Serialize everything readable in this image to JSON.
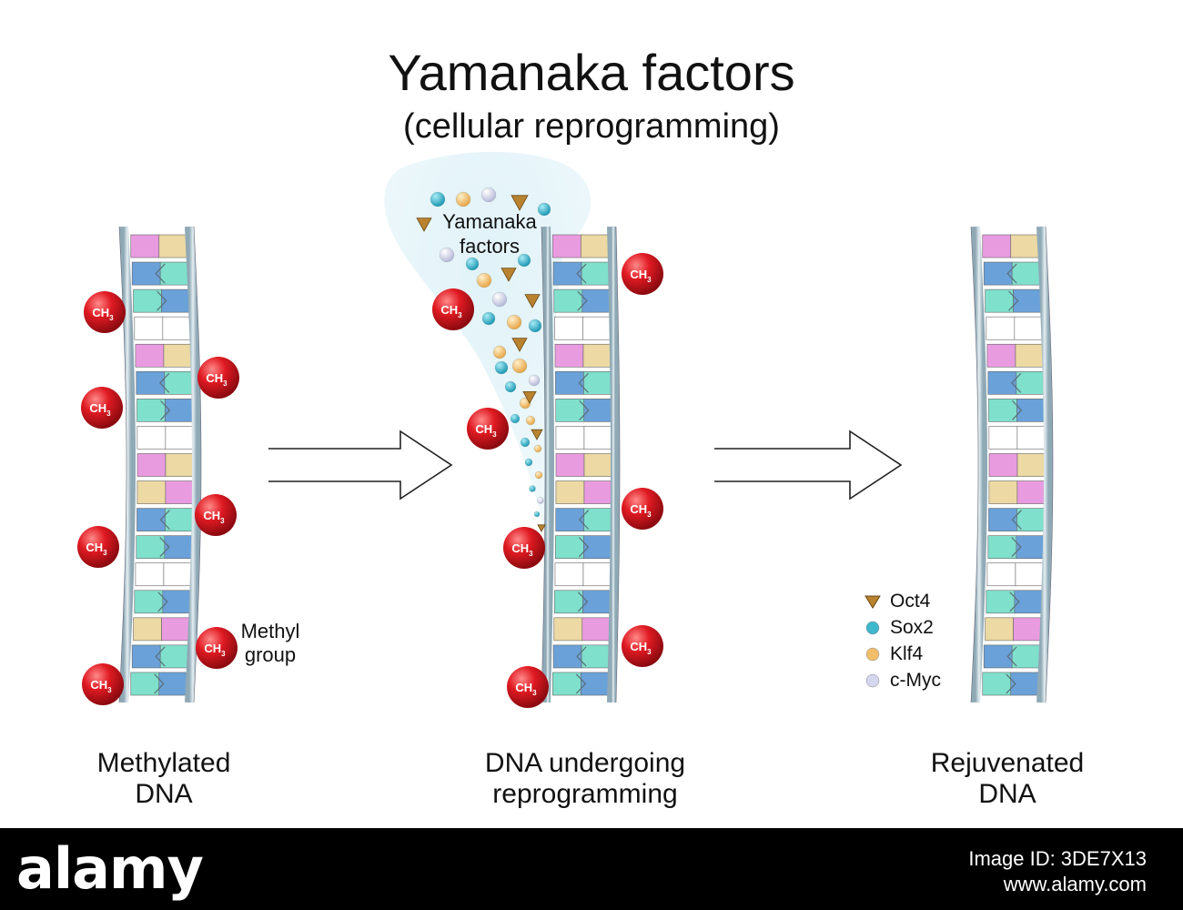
{
  "title": "Yamanaka factors",
  "subtitle": "(cellular reprogramming)",
  "methyl_label": "CH",
  "methyl_sub": "3",
  "methyl_group_label": [
    "Methyl",
    "group"
  ],
  "cloud_label": [
    "Yamanaka",
    "factors"
  ],
  "captions": {
    "left": [
      "Methylated",
      "DNA"
    ],
    "middle": [
      "DNA undergoing",
      "reprogramming"
    ],
    "right": [
      "Rejuvenated",
      "DNA"
    ]
  },
  "legend": [
    {
      "label": "Oct4",
      "shape": "triangle",
      "color": "#b9822e"
    },
    {
      "label": "Sox2",
      "shape": "circle",
      "color": "#3fb7cc"
    },
    {
      "label": "Klf4",
      "shape": "circle",
      "color": "#f2be6a"
    },
    {
      "label": "c-Myc",
      "shape": "circle",
      "color": "#d6d6ee"
    }
  ],
  "colors": {
    "pink": "#e99be0",
    "tan": "#ecd9a3",
    "teal": "#7fe0cc",
    "blue": "#6aa1d9",
    "white": "#ffffff",
    "methyl": "#d9141c",
    "cloud": "#e8f5fa"
  },
  "footer": {
    "brand": "alamy",
    "image_id": "Image ID: 3DE7X13",
    "site": "www.alamy.com"
  }
}
